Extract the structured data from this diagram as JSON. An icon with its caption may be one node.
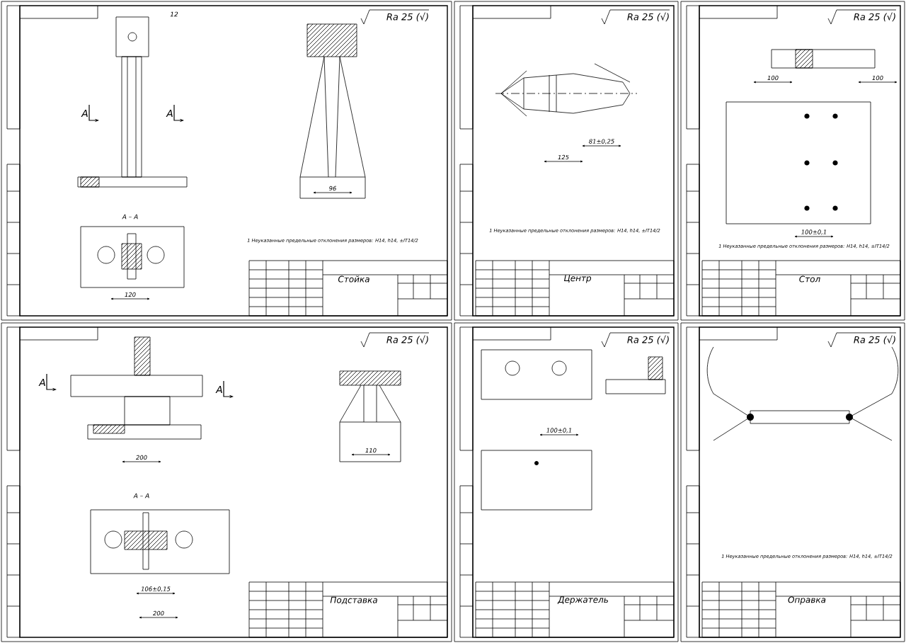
{
  "diagram": {
    "labels": [
      "12",
      "Ra 25 (√)",
      "А",
      "А",
      "А – А",
      "120",
      "96",
      "1 Неуказанные предельные отклонения размеров: H14, h14, ±IT14/2",
      "Стойка",
      "Ra 25 (√)",
      "81±0,25",
      "125",
      "1 Неуказанные предельные отклонения размеров: H14, h14, ±IT14/2",
      "Центр",
      "Ra 25 (√)",
      "100",
      "100",
      "100±0,1",
      "1 Неуказанные предельные отклонения размеров: H14, h14, ±IT14/2",
      "Стол",
      "Ra 25 (√)",
      "А",
      "А",
      "200",
      "110",
      "А – А",
      "106±0,15",
      "200",
      "Подставка",
      "Ra 25 (√)",
      "100±0,1",
      "Держатель",
      "Ra 25 (√)",
      "1 Неуказанные предельные отклонения размеров: H14, h14, ±IT14/2",
      "Оправка"
    ]
  }
}
